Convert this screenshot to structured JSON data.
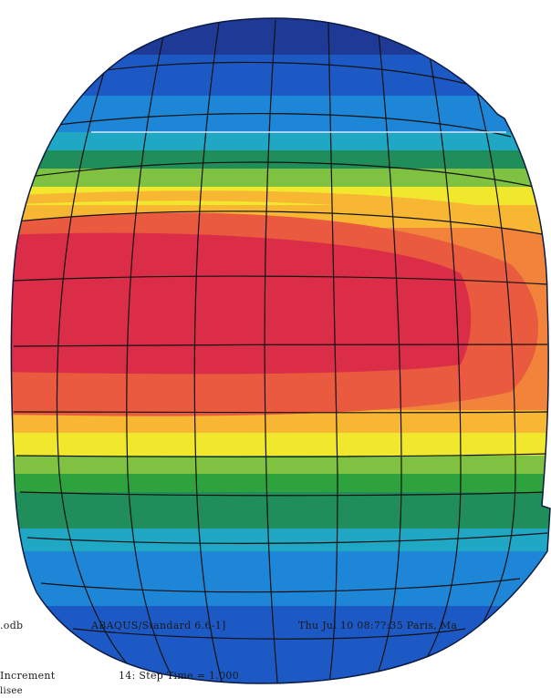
{
  "viewer": {
    "footer": {
      "file_line": ".odb",
      "version_line": "ABAQUS/Standard 6.6-1]",
      "date_line": "Thu Jul 10 08:7?:35 Paris, Ma",
      "increment_line": "Increment",
      "step_line": "14: Step Time =      1.000",
      "misc_line": "lisee"
    }
  },
  "contour_palette": [
    "#1e3a96",
    "#1d59c5",
    "#1e86d6",
    "#20a7c4",
    "#1f8e5a",
    "#2ea33d",
    "#7fc242",
    "#f1e82e",
    "#f8b733",
    "#f1843a",
    "#ea5a3f",
    "#db2d47"
  ]
}
